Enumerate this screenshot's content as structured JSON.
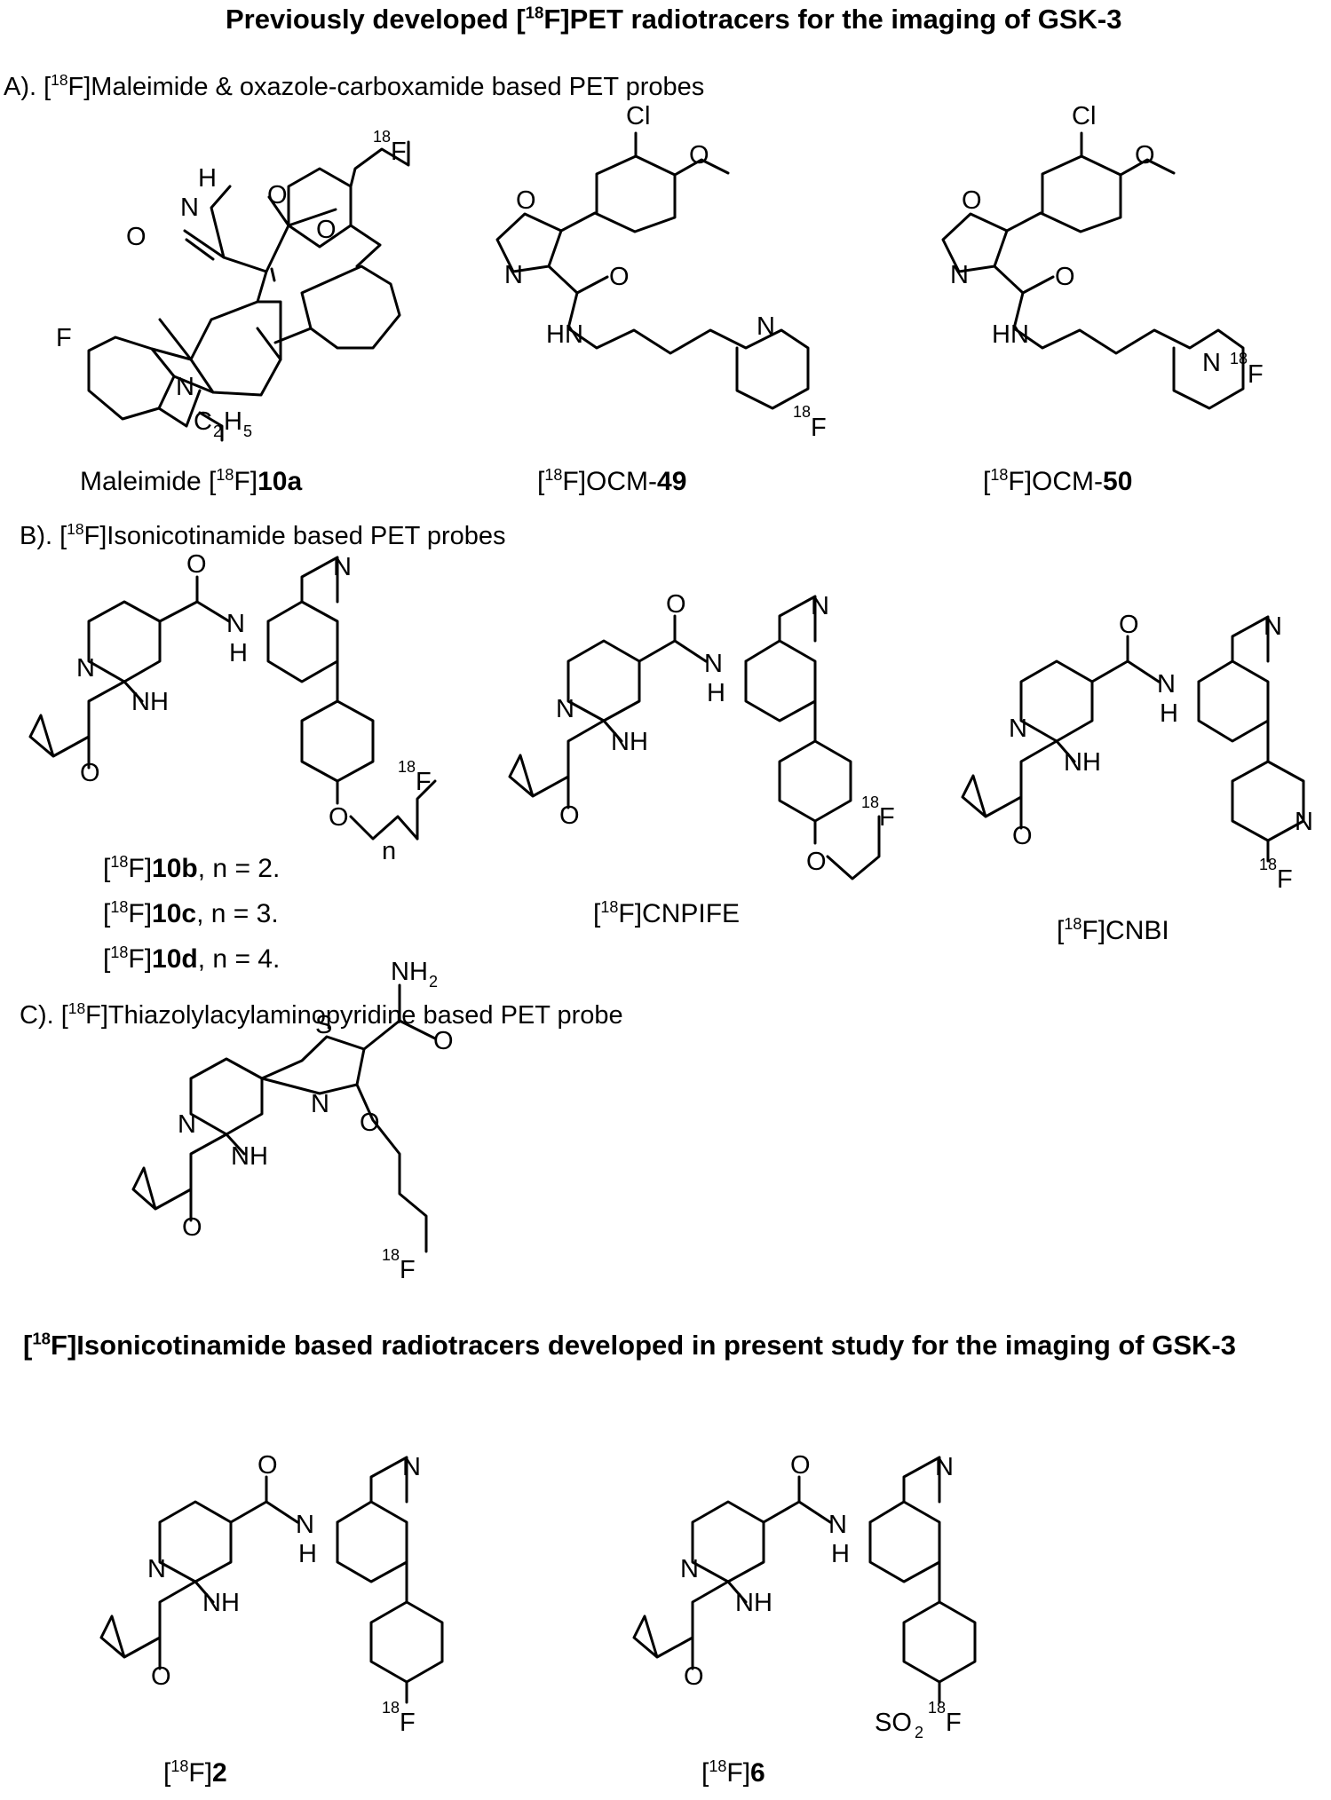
{
  "figure": {
    "title_top": "Previously developed [18F]PET radiotracers for the imaging of GSK-3",
    "title_bottom": "[18F]Isonicotinamide based radiotracers developed in present study for the imaging of GSK-3"
  },
  "sections": {
    "a": {
      "pre": "A). [",
      "sup": "18",
      "post": "F]Maleimide & oxazole-carboxamide based PET probes"
    },
    "b": {
      "pre": "B). [",
      "sup": "18",
      "post": "F]Isonicotinamide based PET probes"
    },
    "c": {
      "pre": "C). [",
      "sup": "18",
      "post": "F]Thiazolylacylaminopyridine based PET probe"
    }
  },
  "title_parts": {
    "top_pre": "Previously developed [",
    "top_sup": "18",
    "top_post": "F]PET radiotracers for the imaging of GSK-3",
    "bottom_pre": "[",
    "bottom_sup": "18",
    "bottom_post": "F]Isonicotinamide based radiotracers developed in present study for the imaging of GSK-3"
  },
  "captions": {
    "c10a": {
      "pre": "Maleimide [",
      "sup": "18",
      "mid": "F]",
      "bold": "10a"
    },
    "ocm49": {
      "pre": "[",
      "sup": "18",
      "mid": "F]OCM-",
      "bold": "49"
    },
    "ocm50": {
      "pre": "[",
      "sup": "18",
      "mid": "F]OCM-",
      "bold": "50"
    },
    "c10b": {
      "pre": "[",
      "sup": "18",
      "mid": "F]",
      "bold": "10b",
      "post": ", n = 2."
    },
    "c10c": {
      "pre": "[",
      "sup": "18",
      "mid": "F]",
      "bold": "10c",
      "post": ", n = 3."
    },
    "c10d": {
      "pre": "[",
      "sup": "18",
      "mid": "F]",
      "bold": "10d",
      "post": ", n = 4."
    },
    "cnpife": {
      "pre": "[",
      "sup": "18",
      "mid": "F]CNPIFE"
    },
    "cnbi": {
      "pre": "[",
      "sup": "18",
      "mid": "F]CNBI"
    },
    "c2": {
      "pre": "[",
      "sup": "18",
      "mid": "F]",
      "bold": "2"
    },
    "c6": {
      "pre": "[",
      "sup": "18",
      "mid": "F]",
      "bold": "6"
    }
  },
  "atoms": {
    "F": "F",
    "N": "N",
    "O": "O",
    "H": "H",
    "NH": "NH",
    "HN": "HN",
    "Cl": "Cl",
    "S": "S",
    "iso18": "18",
    "C": "C",
    "sub2": "2",
    "sub5": "5",
    "n": "n",
    "SO": "SO"
  }
}
